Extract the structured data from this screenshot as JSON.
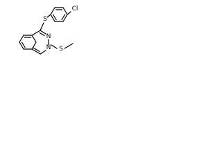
{
  "structure": {
    "atoms": {
      "cl": "Cl",
      "s_thioether": "S",
      "n3": "N",
      "n1": "N",
      "s_methyl": "S"
    }
  },
  "colors": {
    "bond": "#000000",
    "label": "#000000",
    "background": "#ffffff"
  }
}
